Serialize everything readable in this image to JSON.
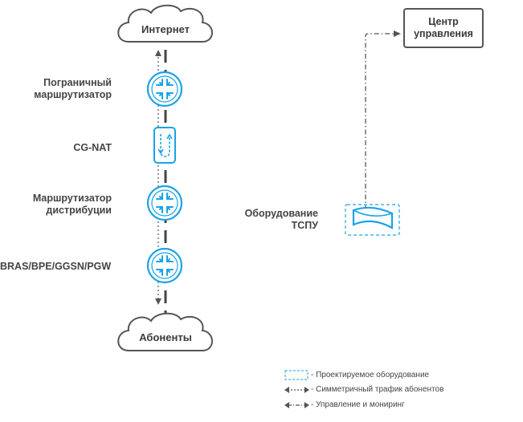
{
  "nodes": {
    "internet": "Интернет",
    "subscribers": "Абоненты",
    "border_router": "Пограничный\nмаршрутизатор",
    "cg_nat": "CG-NAT",
    "distribution_router": "Маршрутизатор\nдистрибуции",
    "bras": "BRAS/BPE/GGSN/PGW",
    "control_center": "Центр\nуправления",
    "tspu": "Оборудование\nТСПУ"
  },
  "legend": {
    "designed_equipment": "- Проектируемое оборудование",
    "symmetric_traffic": "- Симметричный трафик абонентов",
    "management": "- Управление и мониринг"
  },
  "colors": {
    "accent": "#1aa3e8",
    "line": "#555555",
    "text": "#444444"
  },
  "icons": {
    "router": "router-icon",
    "nat": "cg-nat-icon",
    "tspu": "tspu-icon",
    "cloud": "cloud-icon"
  }
}
